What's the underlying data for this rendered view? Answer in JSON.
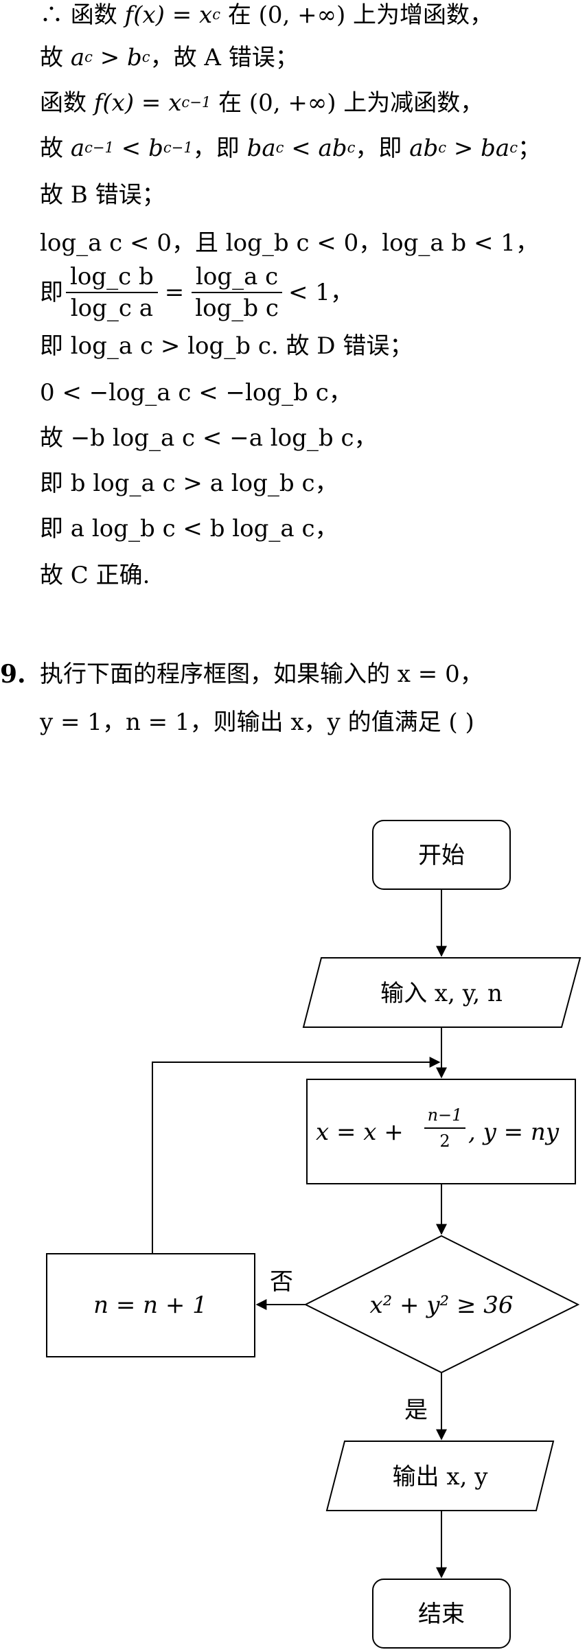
{
  "solution": {
    "l1_prefix": "∴ 函数 ",
    "l1_func": "f(x) = x",
    "l1_exp": "c",
    "l1_mid": " 在 (0, +∞) 上为增函数，",
    "l2_prefix": "故 ",
    "l2_math": "a",
    "l2_exp1": "c",
    "l2_gt": " > b",
    "l2_exp2": "c",
    "l2_suffix": "，故 A 错误；",
    "l3_prefix": "函数 ",
    "l3_func": "f(x) = x",
    "l3_exp": "c−1",
    "l3_mid": " 在 (0, +∞) 上为减函数，",
    "l4_prefix": "故 ",
    "l4_a": "a",
    "l4_exp1": "c−1",
    "l4_lt": " < b",
    "l4_exp2": "c−1",
    "l4_mid1": "，即 ",
    "l4_e1": "ba",
    "l4_e1exp": "c",
    "l4_e1b": " < ab",
    "l4_e1bexp": "c",
    "l4_mid2": "，即 ",
    "l4_e2": "ab",
    "l4_e2exp": "c",
    "l4_e2b": " > ba",
    "l4_e2bexp": "c",
    "l4_end": "；",
    "l5": "故 B 错误；",
    "l6_text": "log_a c < 0，且 log_b c < 0，log_a b < 1，",
    "l7_prefix": "即 ",
    "l7_frac1_num": "log_c b",
    "l7_frac1_den": "log_c a",
    "l7_eq": "=",
    "l7_frac2_num": "log_a c",
    "l7_frac2_den": "log_b c",
    "l7_suffix": "< 1，",
    "l8": "即 log_a c > log_b c. 故 D 错误；",
    "l9": "0 < −log_a c < −log_b c，",
    "l10": "故 −b log_a c < −a log_b c，",
    "l11": "即 b log_a c > a log_b c，",
    "l12": "即 a log_b c < b log_a c，",
    "l13": "故 C 正确."
  },
  "question": {
    "number": "9.",
    "line1": "执行下面的程序框图，如果输入的 x = 0，",
    "line2": "y = 1，n = 1，则输出 x，y 的值满足 (    )"
  },
  "flowchart": {
    "start": "开始",
    "input": "输入 x, y, n",
    "process_left": "x = x + ",
    "process_frac_num": "n−1",
    "process_frac_den": "2",
    "process_right": ", y = ny",
    "decision": "x² + y² ≥ 36",
    "no_label": "否",
    "yes_label": "是",
    "increment": "n = n + 1",
    "output": "输出 x, y",
    "end": "结束"
  }
}
